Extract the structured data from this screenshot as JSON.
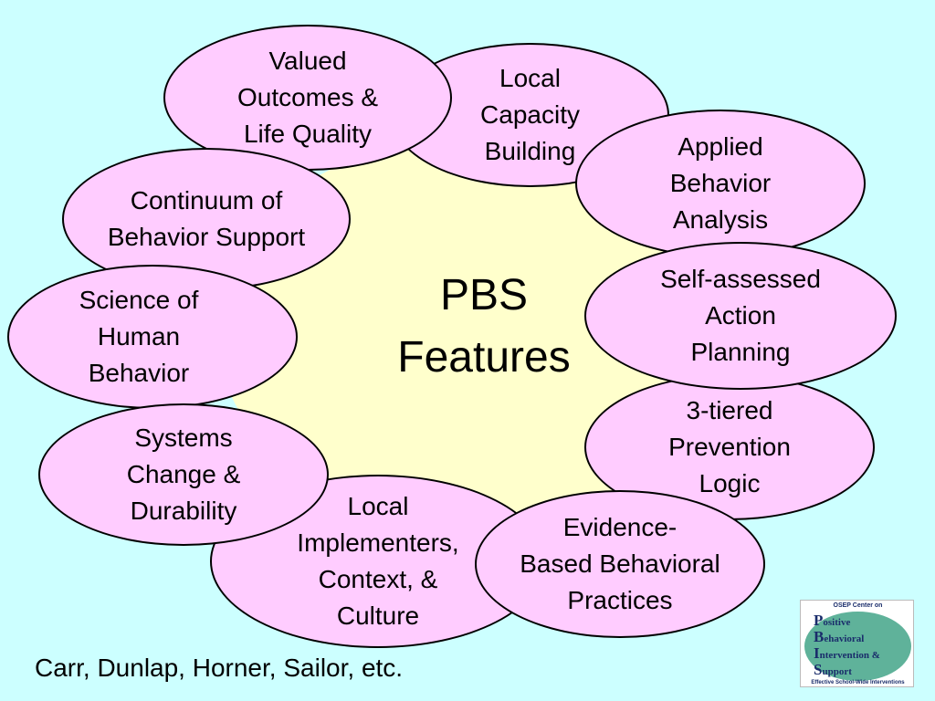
{
  "diagram": {
    "center_title": [
      "PBS",
      "Features"
    ],
    "features": [
      {
        "id": "valued-outcomes",
        "lines": [
          "Valued",
          "Outcomes &",
          "Life Quality"
        ]
      },
      {
        "id": "local-capacity",
        "lines": [
          "Local",
          "Capacity",
          "Building"
        ]
      },
      {
        "id": "applied-behavior",
        "lines": [
          "Applied",
          "Behavior",
          "Analysis"
        ]
      },
      {
        "id": "continuum",
        "lines": [
          "Continuum of",
          "Behavior Support"
        ]
      },
      {
        "id": "self-assessed",
        "lines": [
          "Self-assessed",
          "Action",
          "Planning"
        ]
      },
      {
        "id": "science",
        "lines": [
          "Science of",
          "Human",
          "Behavior"
        ]
      },
      {
        "id": "three-tiered",
        "lines": [
          "3-tiered",
          "Prevention",
          "Logic"
        ]
      },
      {
        "id": "systems-change",
        "lines": [
          "Systems",
          "Change &",
          "Durability"
        ]
      },
      {
        "id": "local-implementers",
        "lines": [
          "Local",
          "Implementers,",
          "Context, &",
          "Culture"
        ]
      },
      {
        "id": "evidence-based",
        "lines": [
          "Evidence-",
          "Based Behavioral",
          "Practices"
        ]
      }
    ]
  },
  "citation": "Carr, Dunlap, Horner, Sailor, etc.",
  "logo": {
    "top_text": "OSEP Center on",
    "letters": [
      "P",
      "B",
      "I",
      "S"
    ],
    "words": [
      "ositive",
      "ehavioral",
      "ntervention",
      "upport"
    ],
    "amp": "&",
    "bottom_text": "Effective School-Wide Interventions"
  },
  "colors": {
    "background": "#ccffff",
    "center_fill": "#ffffcc",
    "bubble_fill": "#ffccff",
    "logo_green": "#5fb29a",
    "logo_navy": "#1a2d6b"
  }
}
